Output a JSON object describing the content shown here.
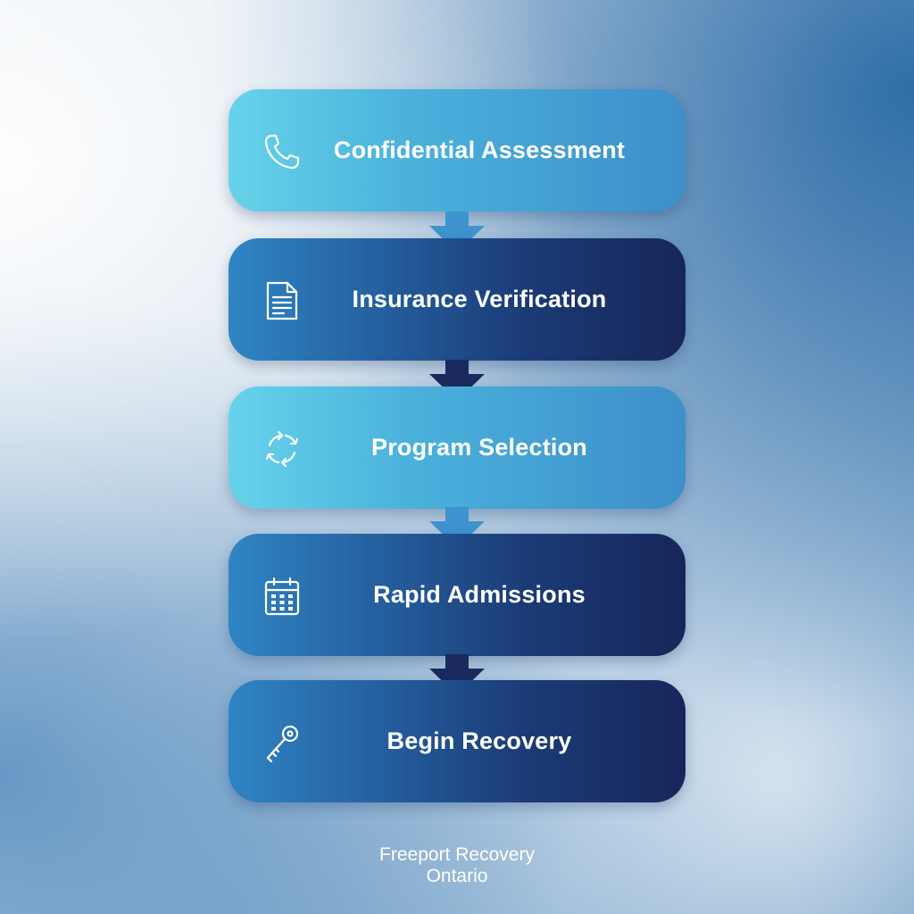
{
  "steps": [
    {
      "label": "Confidential Assessment",
      "icon": "phone-icon"
    },
    {
      "label": "Insurance Verification",
      "icon": "document-icon"
    },
    {
      "label": "Program Selection",
      "icon": "refresh-cycle-icon"
    },
    {
      "label": "Rapid Admissions",
      "icon": "calendar-icon"
    },
    {
      "label": "Begin Recovery",
      "icon": "key-icon"
    }
  ],
  "footer": {
    "line1": "Freeport Recovery",
    "line2": "Ontario"
  },
  "colors": {
    "light_step_start": "#66d3ea",
    "light_step_end": "#3d8fc9",
    "dark_step_start": "#2f85c4",
    "dark_step_end": "#17265a",
    "arrow_light": "#3f93cf",
    "arrow_dark": "#1a2a5e",
    "text": "#ffffff"
  }
}
